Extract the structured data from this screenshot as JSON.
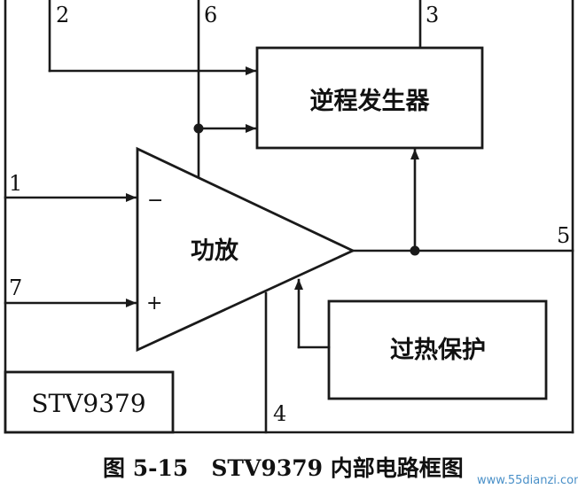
{
  "blocks": {
    "flyback_generator": "逆程发生器",
    "power_amp": "功放",
    "thermal_protection": "过热保护",
    "chip_name": "STV9379"
  },
  "pins": {
    "p1": "1",
    "p2": "2",
    "p3": "3",
    "p4": "4",
    "p5": "5",
    "p6": "6",
    "p7": "7"
  },
  "amp_inputs": {
    "inverting": "−",
    "non_inverting": "+"
  },
  "caption": "图 5-15   STV9379 内部电路框图",
  "watermark": "www.55dianzi.com",
  "colors": {
    "line": "#1a1a1a",
    "watermark": "#4a90c8"
  }
}
